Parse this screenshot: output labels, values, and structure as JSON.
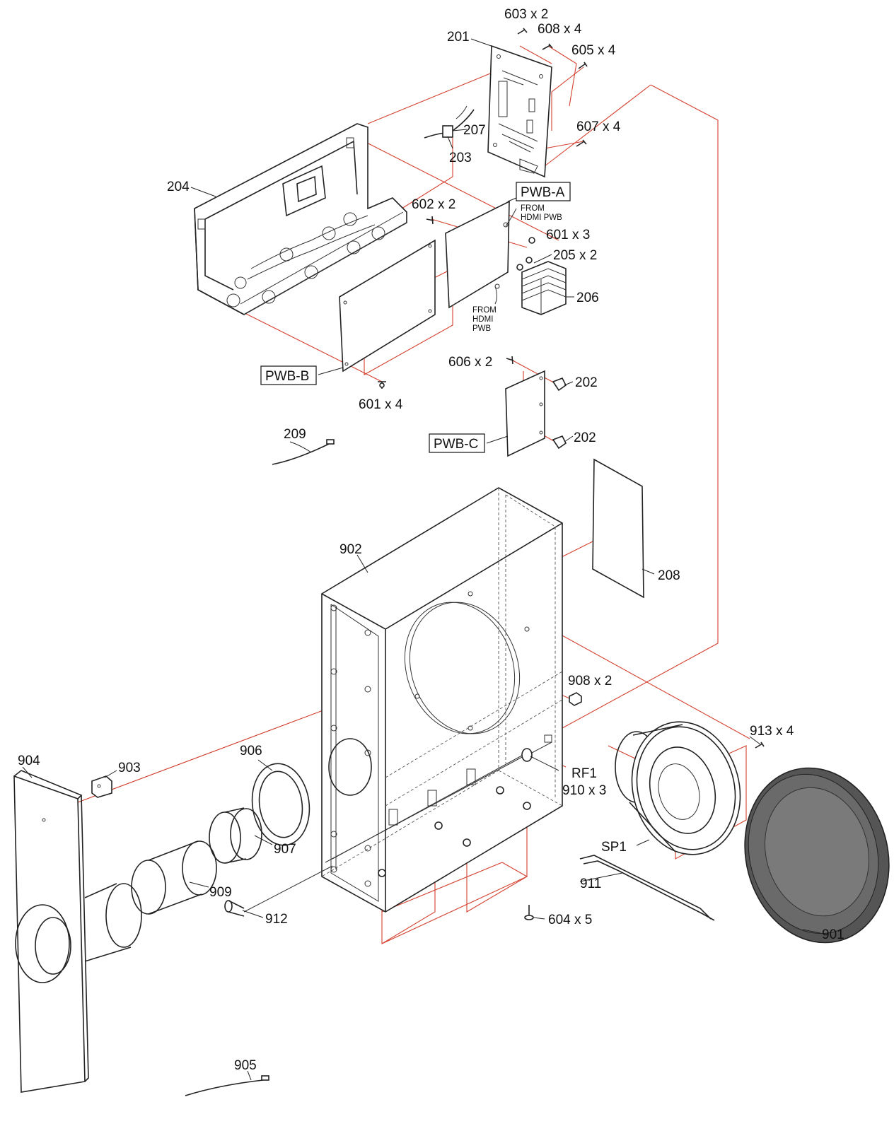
{
  "labels": {
    "l603": "603 x 2",
    "l608": "608 x 4",
    "l605": "605 x 4",
    "l201": "201",
    "l607": "607 x 4",
    "l207": "207",
    "l203": "203",
    "l204": "204",
    "lpwba": "PWB-A",
    "lfrom_a1": "FROM",
    "lfrom_a2": "HDMI PWB",
    "l602": "602 x 2",
    "l601_3": "601 x 3",
    "l205": "205 x 2",
    "l206": "206",
    "lfrom_b1": "FROM",
    "lfrom_b2": "HDMI",
    "lfrom_b3": "PWB",
    "lpwbb": "PWB-B",
    "l601_4": "601 x 4",
    "l606": "606 x 2",
    "l202a": "202",
    "l202b": "202",
    "lpwbc": "PWB-C",
    "l209": "209",
    "l902": "902",
    "l208": "208",
    "l908": "908 x 2",
    "l913": "913 x 4",
    "l904": "904",
    "l903": "903",
    "l906": "906",
    "lrf1": "RF1",
    "l910": "910 x 3",
    "l907": "907",
    "lsp1": "SP1",
    "l909": "909",
    "l911": "911",
    "l912": "912",
    "l604": "604 x 5",
    "l901": "901",
    "l905": "905"
  },
  "colors": {
    "leader_red": "#d4402f",
    "line_dark": "#222222",
    "grille_fill": "#6a6a6a"
  }
}
